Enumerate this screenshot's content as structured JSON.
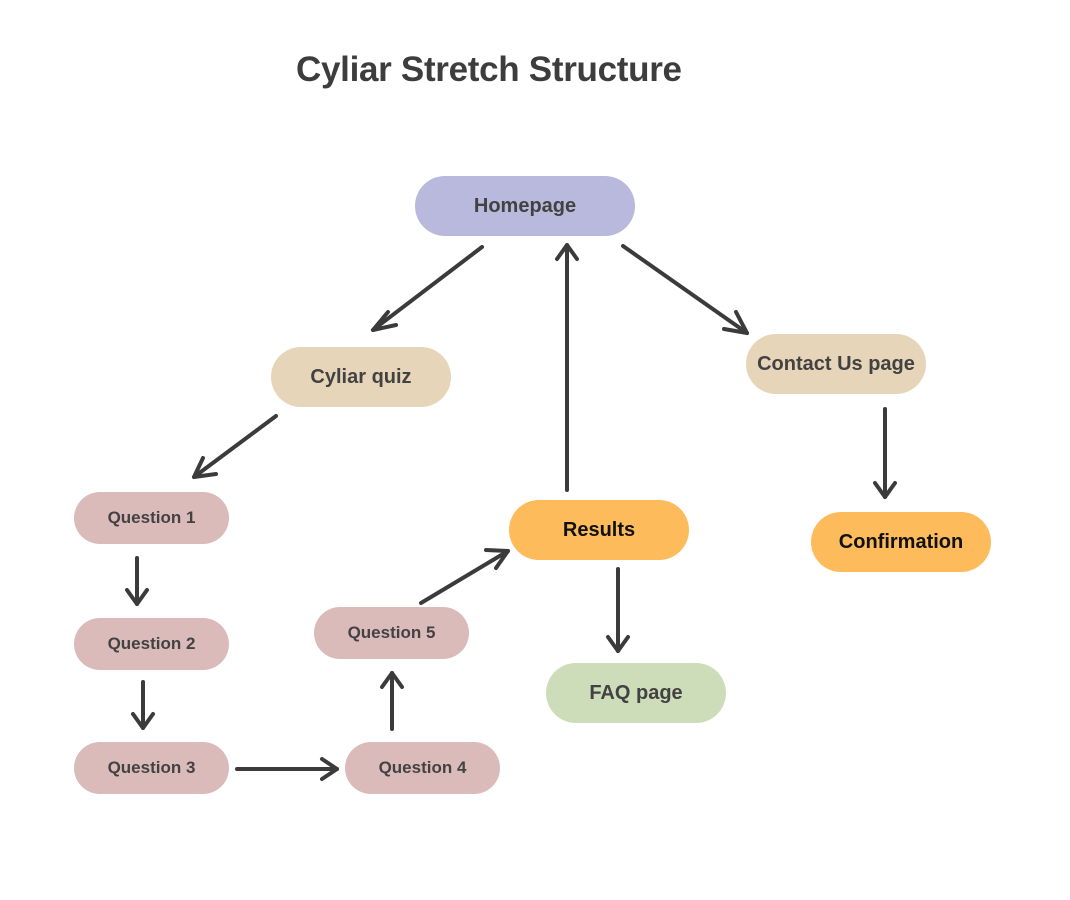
{
  "title": "Cyliar Stretch Structure",
  "colors": {
    "homepage": "#b9b9dd",
    "page_beige": "#e6d5b9",
    "question_pink": "#dbbaba",
    "result_orange": "#fdbb5b",
    "faq_green": "#cddcb9",
    "arrow": "#3b3b3b"
  },
  "nodes": {
    "homepage": "Homepage",
    "cyliar_quiz": "Cyliar quiz",
    "contact_us": "Contact Us page",
    "results": "Results",
    "confirmation": "Confirmation",
    "faq": "FAQ page",
    "question_1": "Question 1",
    "question_2": "Question 2",
    "question_3": "Question 3",
    "question_4": "Question 4",
    "question_5": "Question 5"
  },
  "edges": [
    {
      "from": "Homepage",
      "to": "Cyliar quiz"
    },
    {
      "from": "Homepage",
      "to": "Contact Us page"
    },
    {
      "from": "Results",
      "to": "Homepage"
    },
    {
      "from": "Cyliar quiz",
      "to": "Question 1"
    },
    {
      "from": "Question 1",
      "to": "Question 2"
    },
    {
      "from": "Question 2",
      "to": "Question 3"
    },
    {
      "from": "Question 3",
      "to": "Question 4"
    },
    {
      "from": "Question 4",
      "to": "Question 5"
    },
    {
      "from": "Question 5",
      "to": "Results"
    },
    {
      "from": "Results",
      "to": "FAQ page"
    },
    {
      "from": "Contact Us page",
      "to": "Confirmation"
    }
  ]
}
